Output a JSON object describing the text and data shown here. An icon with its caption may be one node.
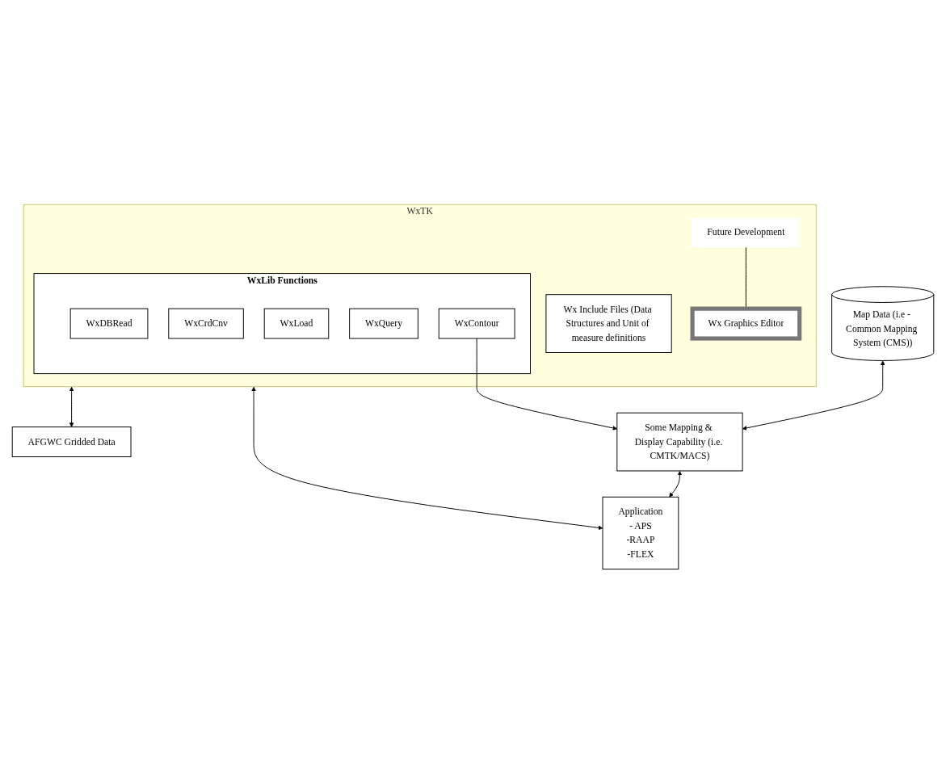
{
  "diagram": {
    "nodes": [
      {
        "text": [
          "WxTK"
        ]
      },
      {
        "text": [
          "WxLib Functions"
        ],
        "in": 0
      },
      {
        "text": [
          "WxDBRead"
        ],
        "in": 1
      },
      {
        "text": [
          "WxCrdCnv"
        ],
        "in": 1
      },
      {
        "text": [
          "WxLoad"
        ],
        "in": 1
      },
      {
        "text": [
          "WxQuery"
        ],
        "in": 1
      },
      {
        "text": [
          "WxContour"
        ],
        "in": 1
      },
      {
        "text": [
          "Wx Include Files (Data Structures and Unit of measure definitions"
        ],
        "in": 0
      },
      {
        "text": [
          "Future Development"
        ],
        "in": 0
      },
      {
        "text": [
          "Wx Graphics Editor"
        ],
        "in": 0
      },
      {
        "text": [
          "AFGWC Gridded Data"
        ]
      },
      {
        "text": [
          "Map Data (i.e - Common Mapping System (CMS))"
        ]
      },
      {
        "text": [
          "Some Mapping & Display Capability (i.e. CMTK/MACS)"
        ]
      },
      {
        "text": [
          "Application",
          "- APS",
          "-RAAP",
          "-FLEX"
        ]
      }
    ],
    "edges": [
      {
        "from": 0,
        "to": 10,
        "arrow": "both"
      },
      {
        "from": 8,
        "to": 9,
        "arrow": "none"
      },
      {
        "from": 6,
        "to": 12,
        "arrow": "to"
      },
      {
        "from": 0,
        "to": 13,
        "arrow": "both"
      },
      {
        "from": 11,
        "to": 12,
        "arrow": "both"
      },
      {
        "from": 12,
        "to": 13,
        "arrow": "both"
      }
    ]
  }
}
